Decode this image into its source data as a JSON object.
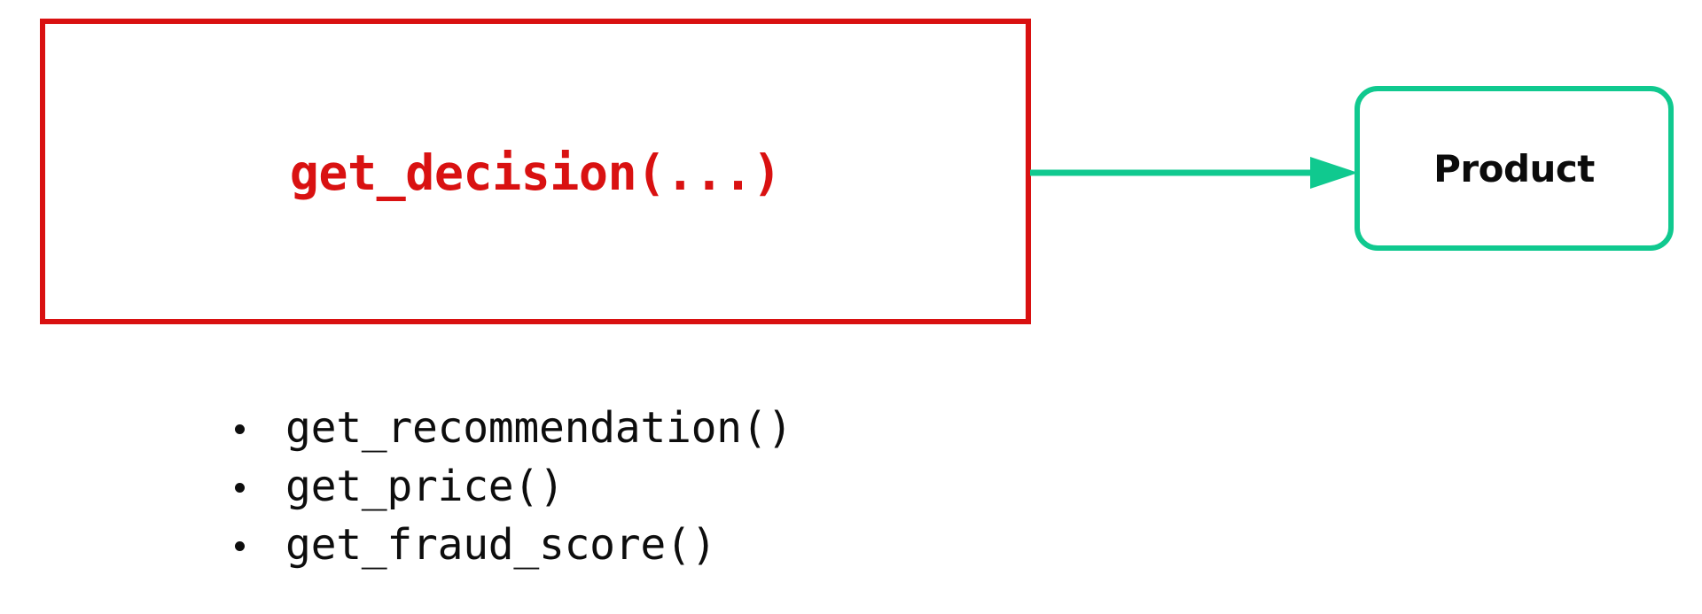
{
  "diagram": {
    "title_text": "",
    "colors": {
      "decision_border": "#d91111",
      "decision_text": "#d91111",
      "arrow": "#10c98f",
      "product_border": "#10c98f",
      "product_text": "#0b0b0b",
      "list_text": "#0d0d0d",
      "background": "#ffffff"
    },
    "decision_node": {
      "label": "get_decision(...)",
      "shape": "rectangle"
    },
    "arrow": {
      "direction": "right",
      "label": "",
      "from": "get_decision(...)",
      "to": "Product"
    },
    "product_node": {
      "label": "Product",
      "shape": "rounded-rectangle"
    },
    "function_list": {
      "bullet_glyph": "•",
      "items": [
        {
          "label": "get_recommendation()"
        },
        {
          "label": "get_price()"
        },
        {
          "label": "get_fraud_score()"
        }
      ]
    }
  }
}
